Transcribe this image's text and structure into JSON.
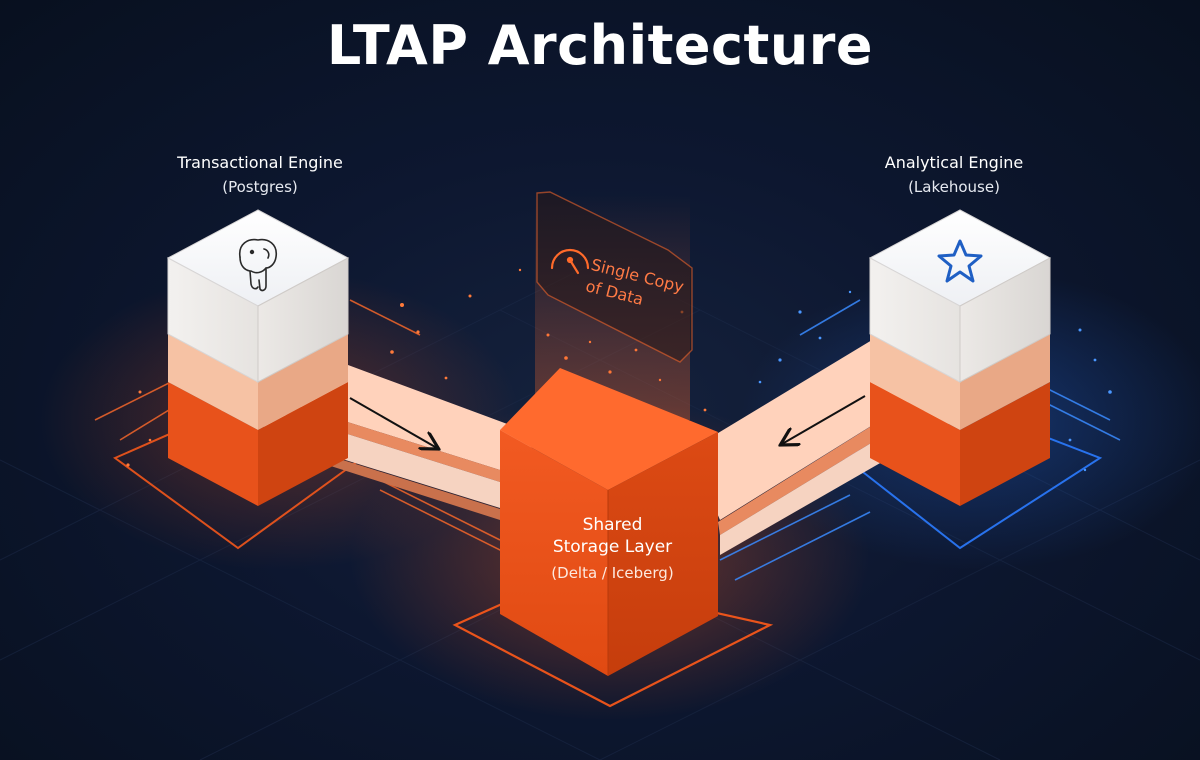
{
  "title": "LTAP Architecture",
  "transactional_engine": {
    "name": "Transactional Engine",
    "sub": "(Postgres)",
    "icon": "postgres-elephant-icon"
  },
  "analytical_engine": {
    "name": "Analytical Engine",
    "sub": "(Lakehouse)",
    "icon": "lakehouse-star-icon"
  },
  "shared_storage": {
    "line1": "Shared",
    "line2": "Storage Layer",
    "line3": "(Delta / Iceberg)"
  },
  "single_copy": {
    "text": "Single Copy of Data",
    "icon": "speedometer-icon"
  },
  "colors": {
    "accent_orange": "#f25a22",
    "accent_blue": "#2b7bff",
    "background": "#0b1428"
  }
}
